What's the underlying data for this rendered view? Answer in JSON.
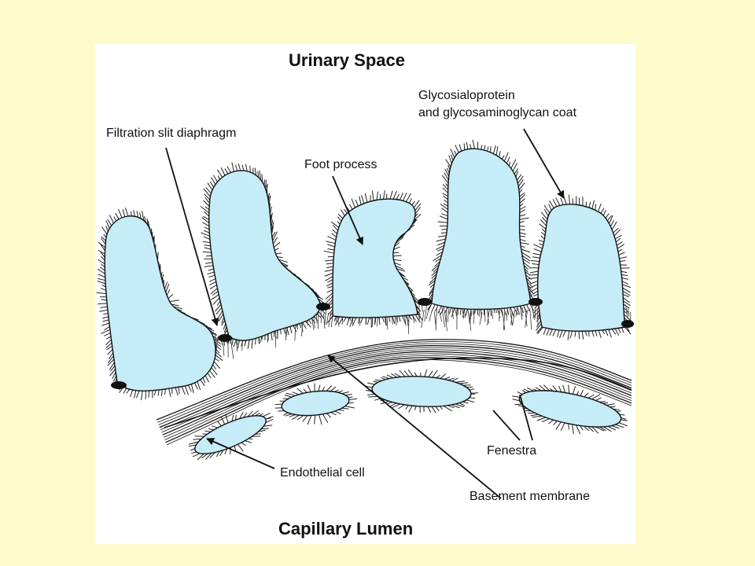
{
  "diagram": {
    "title_top": "Urinary Space",
    "title_bottom": "Capillary Lumen",
    "labels": {
      "filtration_slit": "Filtration slit diaphragm",
      "foot_process": "Foot process",
      "coat_line1": "Glycosialoprotein",
      "coat_line2": "and glycosaminoglycan coat",
      "endothelial_cell": "Endothelial cell",
      "fenestra": "Fenestra",
      "basement_membrane": "Basement membrane"
    },
    "colors": {
      "background": "#fdfbcc",
      "panel": "#ffffff",
      "cell_fill": "#c5ecf7",
      "stroke": "#111111"
    }
  }
}
